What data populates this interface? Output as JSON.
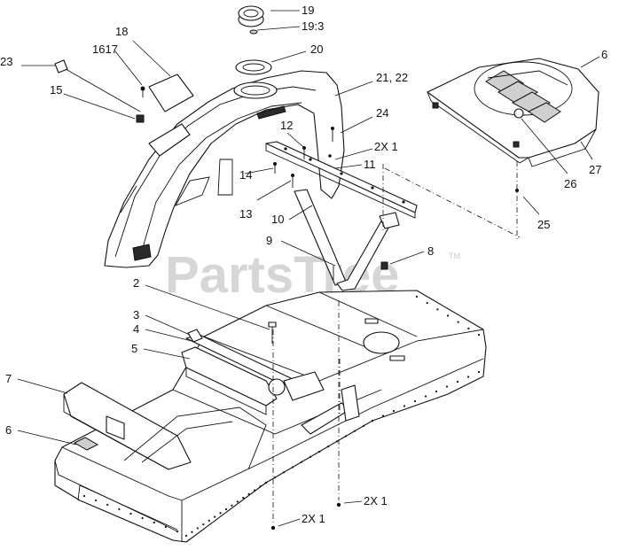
{
  "watermark": {
    "text": "PartsTree",
    "trademark": "TM"
  },
  "callouts": {
    "c19": "19",
    "c19_3": "19:3",
    "c20": "20",
    "c18": "18",
    "c16_17": "1617",
    "c23": "23",
    "c15": "15",
    "c21_22": "21, 22",
    "c24": "24",
    "c12": "12",
    "c2x1_top": "2X 1",
    "c11": "11",
    "c14": "14",
    "c13": "13",
    "c10": "10",
    "c9": "9",
    "c8": "8",
    "c6_right": "6",
    "c26": "26",
    "c27": "27",
    "c25": "25",
    "c2": "2",
    "c3": "3",
    "c4": "4",
    "c5": "5",
    "c7": "7",
    "c6_left": "6",
    "c2x1_bottom_right": "2X 1",
    "c2x1_bottom_left": "2X 1"
  }
}
